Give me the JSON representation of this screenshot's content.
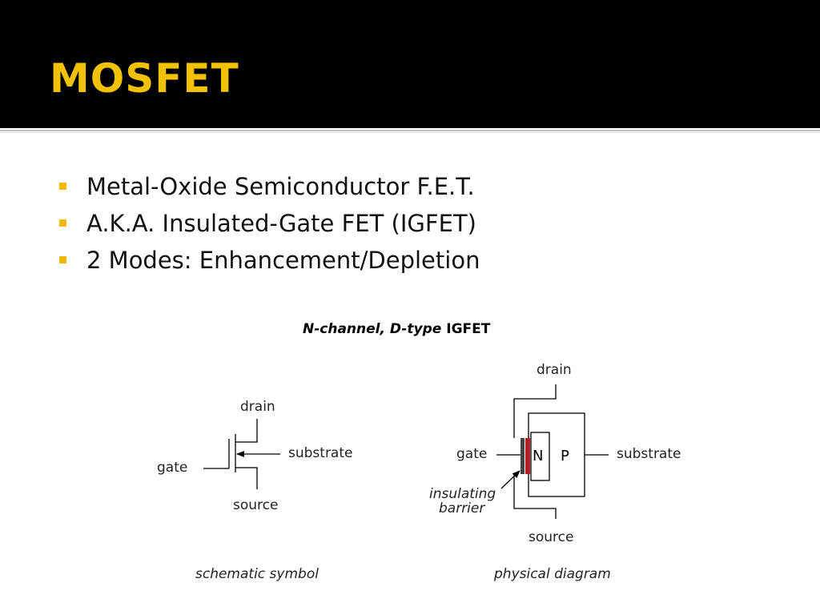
{
  "slide": {
    "title": "MOSFET",
    "bullets": [
      "Metal-Oxide Semiconductor F.E.T.",
      "A.K.A. Insulated-Gate FET (IGFET)",
      "2 Modes: Enhancement/Depletion"
    ]
  },
  "figure": {
    "title_italic": "N-channel, D-type",
    "title_plain": "IGFET",
    "schematic": {
      "drain": "drain",
      "gate": "gate",
      "substrate": "substrate",
      "source": "source",
      "caption": "schematic symbol"
    },
    "physical": {
      "drain": "drain",
      "gate": "gate",
      "n": "N",
      "p": "P",
      "substrate": "substrate",
      "source": "source",
      "barrier_line1": "insulating",
      "barrier_line2": "barrier",
      "caption": "physical diagram"
    }
  },
  "colors": {
    "header_bg": "#000000",
    "title": "#F2C200",
    "bullet": "#F2B705",
    "barrier": "#B22222"
  }
}
